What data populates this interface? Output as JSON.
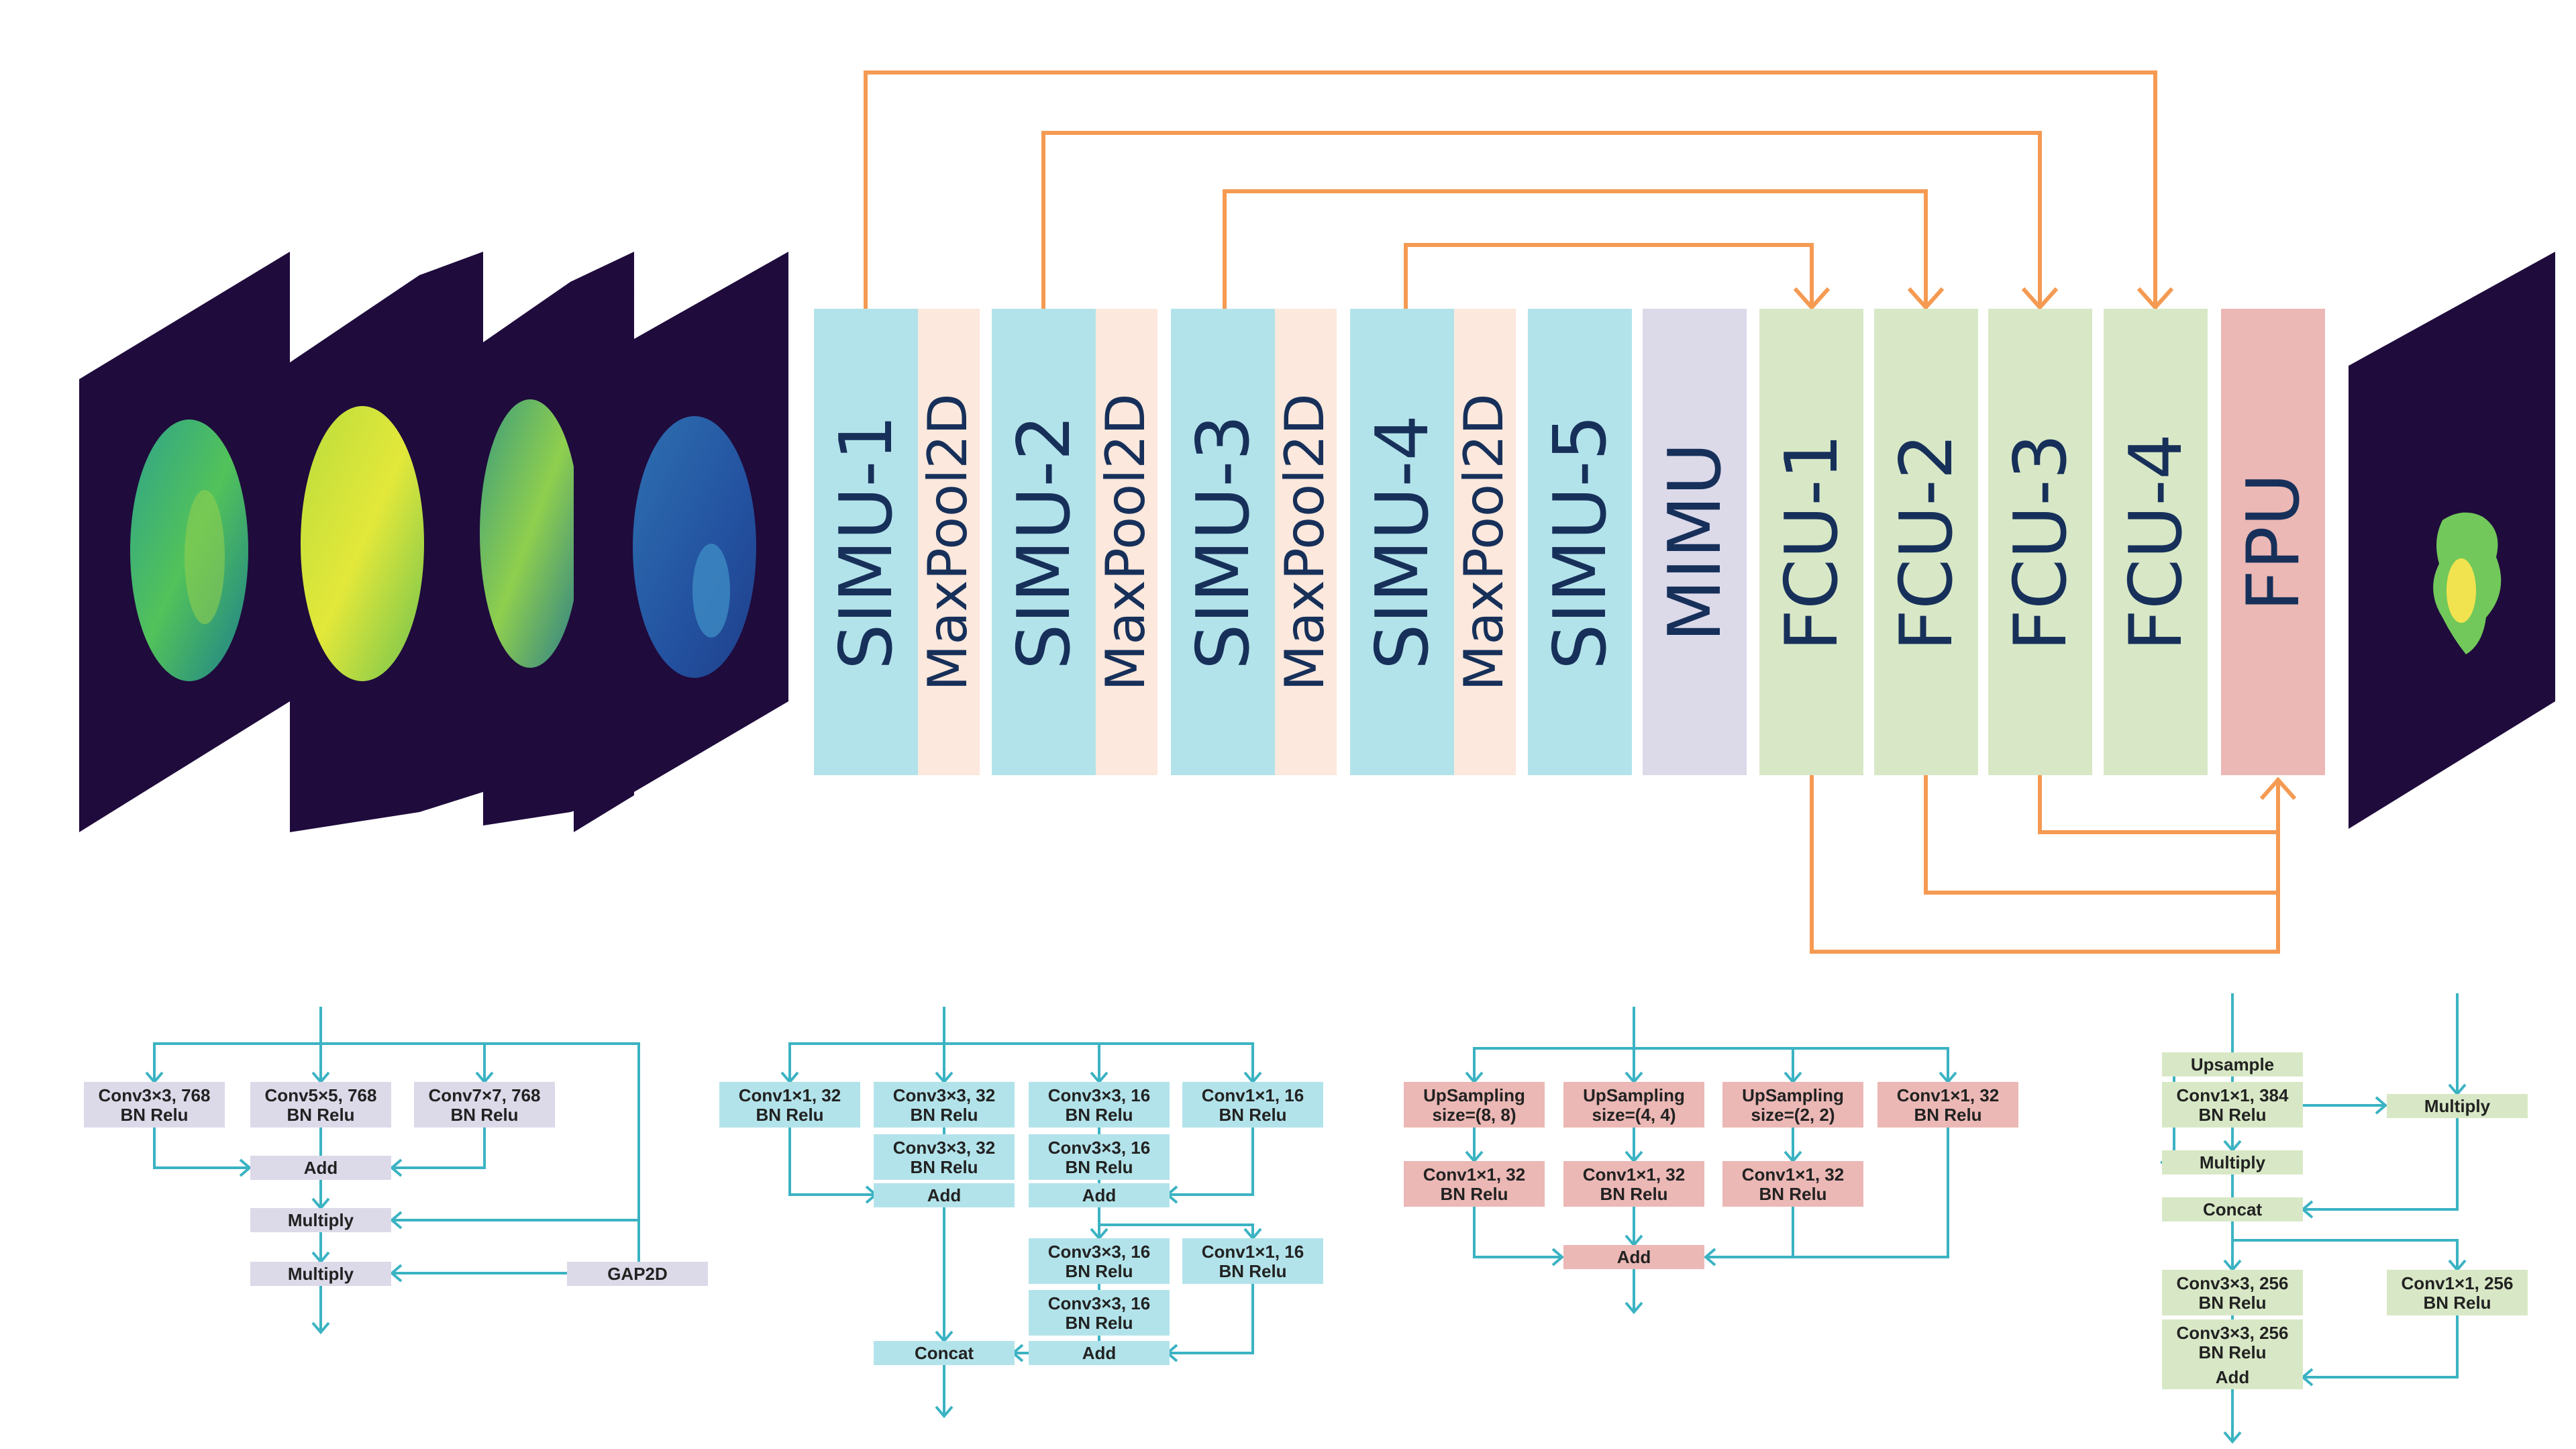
{
  "colors": {
    "simu": "#b3e3ea",
    "maxpool": "#fce8dc",
    "mimu": "#dcd9e9",
    "fcu": "#d8e8c6",
    "fpu": "#ebb8b5",
    "orange": "#f59a52",
    "teal": "#3bb3c3",
    "mri_bg": "#1f0b3c",
    "node_lavender": "#dcd9e9",
    "node_cyan": "#b3e3ea",
    "node_pink": "#ebb8b5",
    "node_green": "#d8e8c6"
  },
  "main": {
    "simu1": "SIMU-1",
    "pool1": "MaxPool2D",
    "simu2": "SIMU-2",
    "pool2": "MaxPool2D",
    "simu3": "SIMU-3",
    "pool3": "MaxPool2D",
    "simu4": "SIMU-4",
    "pool4": "MaxPool2D",
    "simu5": "SIMU-5",
    "mimu": "MIMU",
    "fcu1": "FCU-1",
    "fcu2": "FCU-2",
    "fcu3": "FCU-3",
    "fcu4": "FCU-4",
    "fpu": "FPU"
  },
  "d1": {
    "conv3": [
      "Conv3×3, 768",
      "BN Relu"
    ],
    "conv5": [
      "Conv5×5, 768",
      "BN Relu"
    ],
    "conv7": [
      "Conv7×7, 768",
      "BN Relu"
    ],
    "add": "Add",
    "mult1": "Multiply",
    "mult2": "Multiply",
    "gap": "GAP2D"
  },
  "d2": {
    "c1a": [
      "Conv1×1, 32",
      "BN Relu"
    ],
    "c3a": [
      "Conv3×3, 32",
      "BN Relu"
    ],
    "c3b": [
      "Conv3×3, 32",
      "BN Relu"
    ],
    "c16a": [
      "Conv3×3, 16",
      "BN Relu"
    ],
    "c16b": [
      "Conv3×3, 16",
      "BN Relu"
    ],
    "c1b": [
      "Conv1×1, 16",
      "BN Relu"
    ],
    "add1": "Add",
    "add2": "Add",
    "c16c": [
      "Conv3×3, 16",
      "BN Relu"
    ],
    "c16d": [
      "Conv3×3, 16",
      "BN Relu"
    ],
    "c1c": [
      "Conv1×1, 16",
      "BN Relu"
    ],
    "concat": "Concat",
    "add3": "Add"
  },
  "d3": {
    "up8": [
      "UpSampling",
      "size=(8, 8)"
    ],
    "up4": [
      "UpSampling",
      "size=(4, 4)"
    ],
    "up2": [
      "UpSampling",
      "size=(2, 2)"
    ],
    "c1top": [
      "Conv1×1, 32",
      "BN Relu"
    ],
    "c1a": [
      "Conv1×1, 32",
      "BN Relu"
    ],
    "c1b": [
      "Conv1×1, 32",
      "BN Relu"
    ],
    "c1c": [
      "Conv1×1, 32",
      "BN Relu"
    ],
    "add": "Add"
  },
  "d4": {
    "upsample": "Upsample",
    "c1": [
      "Conv1×1, 384",
      "BN Relu"
    ],
    "mult_r": "Multiply",
    "mult_l": "Multiply",
    "concat": "Concat",
    "c3a": [
      "Conv3×3, 256",
      "BN Relu"
    ],
    "c1r": [
      "Conv1×1, 256",
      "BN Relu"
    ],
    "c3b": [
      "Conv3×3, 256",
      "BN Relu"
    ],
    "add": "Add"
  }
}
